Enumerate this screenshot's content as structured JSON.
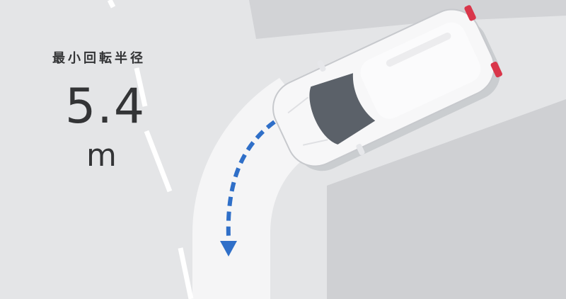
{
  "spec": {
    "label": "最小回転半径",
    "value": "5.4",
    "unit": "m"
  },
  "colors": {
    "background": "#e4e5e7",
    "block": "#d0d1d4",
    "curb_lane": "#f4f4f5",
    "arrow": "#2f6fc8",
    "car_body": "#f7f7f8",
    "window": "#5b6169",
    "text": "#333436"
  },
  "icons": {
    "arrow": "dashed-turn-arrow-icon",
    "vehicle": "minivan-top-view-icon"
  }
}
